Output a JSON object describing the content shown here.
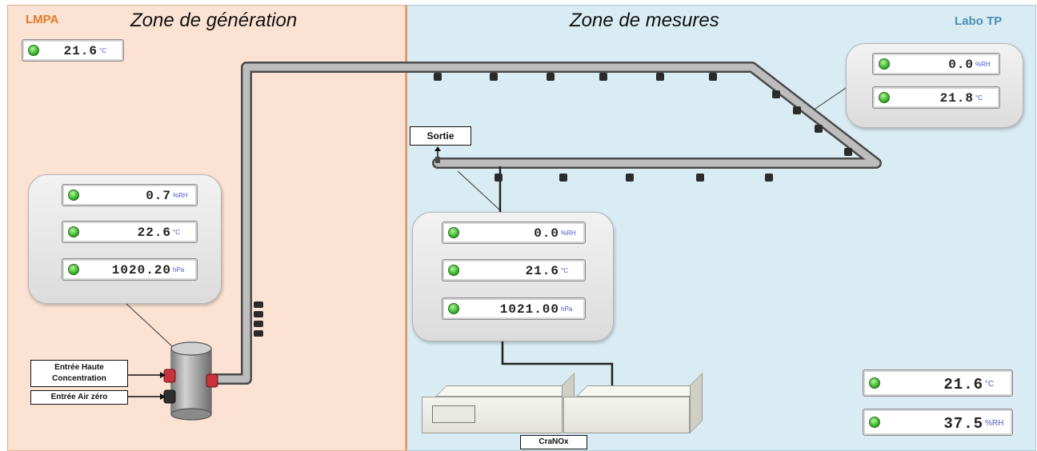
{
  "header": {
    "lmpa": "LMPA",
    "zone_generation": "Zone de génération",
    "zone_mesures": "Zone de mesures",
    "labo": "Labo TP"
  },
  "colors": {
    "lmpa": "#e07a2c",
    "labo": "#4a8fb3",
    "left_zone_bg": "#fbe2d2",
    "right_zone_bg": "#d9ecf3",
    "unit_text": "#4457c9",
    "led_green": "#36b52a"
  },
  "readouts": {
    "lmpa_temp": {
      "value": "21.6",
      "unit": "°C"
    },
    "gen_rh": {
      "value": "0.7",
      "unit": "%RH"
    },
    "gen_temp": {
      "value": "22.6",
      "unit": "°C"
    },
    "gen_press": {
      "value": "1020.20",
      "unit": "hPa"
    },
    "loop_rh": {
      "value": "0.0",
      "unit": "%RH"
    },
    "loop_temp": {
      "value": "21.8",
      "unit": "°C"
    },
    "sortie_rh": {
      "value": "0.0",
      "unit": "%RH"
    },
    "sortie_temp": {
      "value": "21.6",
      "unit": "°C"
    },
    "sortie_press": {
      "value": "1021.00",
      "unit": "hPa"
    },
    "labo_temp": {
      "value": "21.6",
      "unit": "°C"
    },
    "labo_rh": {
      "value": "37.5",
      "unit": "%RH"
    }
  },
  "labels": {
    "sortie": "Sortie",
    "entree_haute": "Entrée Haute Concentration",
    "entree_air": "Entrée Air zéro",
    "cranox": "CraNOx"
  }
}
